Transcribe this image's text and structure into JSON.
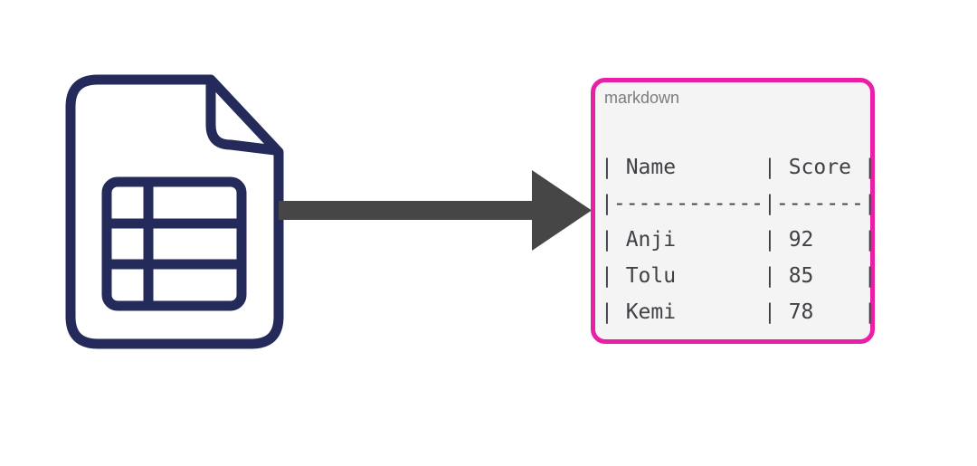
{
  "page": {
    "background_color": "#ffffff",
    "description_colors": {
      "file_icon_navy": "#242a5a",
      "arrow_gray": "#464646",
      "code_border_pink": "#ea1fa8",
      "code_background": "#f4f4f5",
      "code_text": "#3f4145",
      "label_gray": "#7b7c80"
    }
  },
  "source": {
    "icon": "spreadsheet-file-icon"
  },
  "flow": {
    "arrow_icon": "arrow-right",
    "direction": "left-to-right"
  },
  "code_block": {
    "language_label": "markdown",
    "lines": [
      "| Name       | Score |",
      "|------------|-------|",
      "| Anji       | 92    |",
      "| Tolu       | 85    |",
      "| Kemi       | 78    |"
    ]
  },
  "table_content": {
    "columns": [
      "Name",
      "Score"
    ],
    "rows": [
      [
        "Anji",
        "92"
      ],
      [
        "Tolu",
        "85"
      ],
      [
        "Kemi",
        "78"
      ]
    ]
  }
}
